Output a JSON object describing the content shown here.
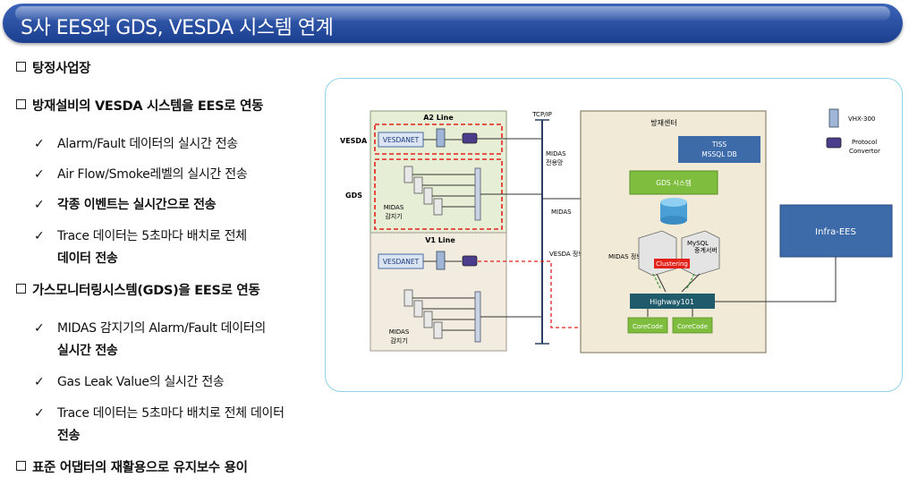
{
  "title": "S사 EES와 GDS, VESDA 시스템 연계",
  "bullets": {
    "b1": "탕정사업장",
    "b2": "방재설비의 VESDA 시스템을 EES로 연동",
    "b2_items": [
      "Alarm/Fault 데이터의 실시간 전송",
      "Air Flow/Smoke레벨의 실시간 전송",
      "각종 이벤트는 실시간으로 전송",
      "Trace 데이터는 5초마다 배치로 전체",
      "데이터 전송"
    ],
    "b3": "가스모니터링시스템(GDS)을 EES로 연동",
    "b3_items": [
      "MIDAS 감지기의 Alarm/Fault 데이터의",
      "실시간 전송",
      "Gas Leak Value의 실시간 전송",
      "Trace 데이터는 5초마다 배치로 전체 데이터",
      "전송"
    ],
    "b4": "표준 어댑터의 재활용으로 유지보수 용이"
  },
  "diagram": {
    "a2_line": "A2 Line",
    "v1_line": "V1 Line",
    "vesda_label": "VESDA",
    "gds_label": "GDS",
    "vesdanet": "VESDANET",
    "midas_sensor": [
      "MIDAS",
      "감지기"
    ],
    "tcpip": "TCP/IP",
    "midas_dedicated": [
      "MIDAS",
      "전용망"
    ],
    "midas": "MIDAS",
    "vesda_info": "VESDA 정보",
    "midas_info": "MIDAS 정보",
    "center": "방재센터",
    "tiss": [
      "TISS",
      "MSSQL DB"
    ],
    "gds_system": "GDS 시스템",
    "mysql": "MySQL",
    "relay_server": "중계서버",
    "clustering": "Clustering",
    "highway": "Highway101",
    "corecode": "CoreCode",
    "infra_ees": "Infra-EES",
    "legend_vhx": "VHX-300",
    "legend_protocol": [
      "Protocol",
      "Convertor"
    ]
  },
  "colors": {
    "title_bg": "#2a4fa3",
    "zone_green": "#e6efd6",
    "zone_beige": "#f1ecdf",
    "center_bg": "#f0ead6",
    "ees_blue": "#3d6aa8",
    "gds_green": "#7ebd3e",
    "highway": "#1f5b6a",
    "alarm_red": "#e32119"
  }
}
